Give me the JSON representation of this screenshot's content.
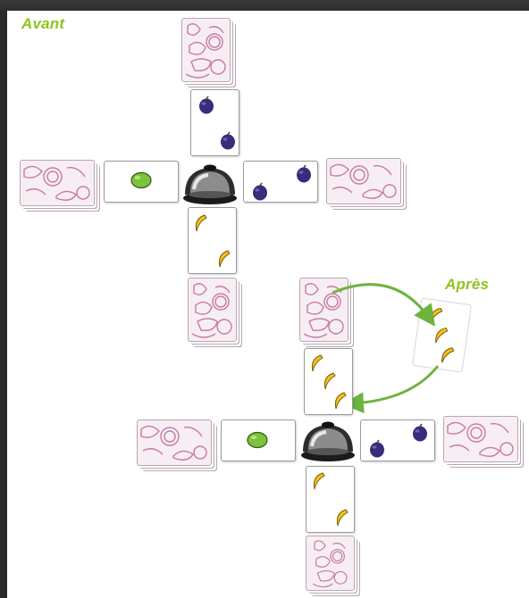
{
  "labels": {
    "before": "Avant",
    "after": "Après"
  },
  "colors": {
    "label_green": "#8fc31f",
    "arrow_green": "#6cb33f",
    "deck_back": "#f7eef3",
    "plum": "#3a2c7a",
    "lime": "#7cc23a",
    "banana": "#f2c21b"
  },
  "scenes": [
    {
      "name": "avant",
      "center": "bell-icon",
      "face_up_cards": [
        {
          "position": "top",
          "fruit": "plum",
          "count": 2
        },
        {
          "position": "left",
          "fruit": "lime",
          "count": 1
        },
        {
          "position": "right",
          "fruit": "plum",
          "count": 2
        },
        {
          "position": "bottom",
          "fruit": "banana",
          "count": 2
        }
      ]
    },
    {
      "name": "apres",
      "center": "bell-icon",
      "moved_card": {
        "fruit": "banana",
        "count": 3
      },
      "face_up_cards": [
        {
          "position": "top",
          "fruit": "banana",
          "count": 3
        },
        {
          "position": "left",
          "fruit": "lime",
          "count": 1
        },
        {
          "position": "right",
          "fruit": "plum",
          "count": 2
        },
        {
          "position": "bottom",
          "fruit": "banana",
          "count": 2
        }
      ]
    }
  ]
}
